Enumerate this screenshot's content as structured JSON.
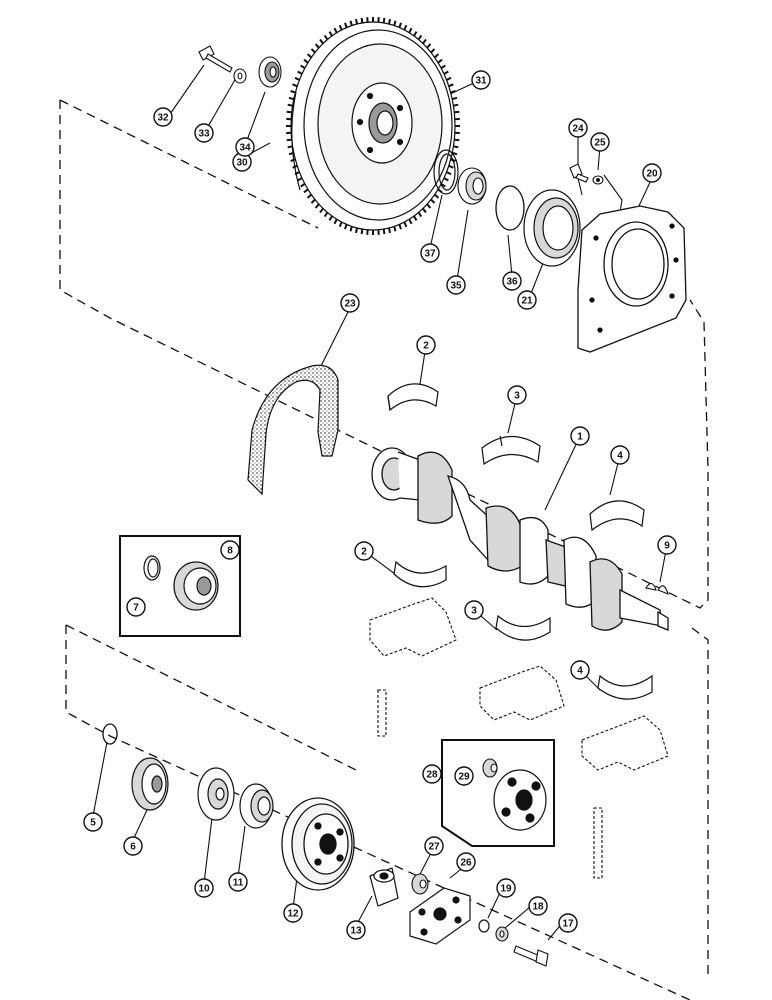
{
  "diagram": {
    "colors": {
      "ink": "#111111",
      "paper": "#ffffff",
      "fill_light": "#f4f4f4",
      "fill_mid": "#d8d8d8",
      "fill_dark": "#9a9a9a"
    },
    "callouts": [
      "1",
      "2",
      "3",
      "4",
      "5",
      "6",
      "7",
      "8",
      "9",
      "10",
      "11",
      "12",
      "13",
      "17",
      "18",
      "19",
      "20",
      "21",
      "23",
      "24",
      "25",
      "26",
      "27",
      "28",
      "29",
      "30",
      "31",
      "32",
      "33",
      "34",
      "35",
      "36",
      "37"
    ]
  }
}
